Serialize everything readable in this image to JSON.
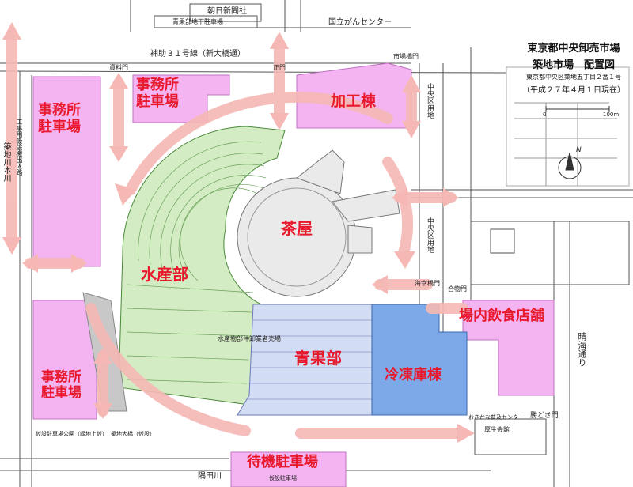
{
  "title": {
    "line1": "東京都中央卸売市場",
    "line2": "築地市場　配置図",
    "address": "東京都中央区築地五丁目２番１号",
    "date": "（平成２７年４月１日現在）"
  },
  "zones": {
    "office_parking_top": "事務所\n駐車場",
    "office_parking_left": "事務所\n駐車場",
    "office_parking_bottom": "事務所\n駐車場",
    "processing": "加工棟",
    "teahouse": "茶屋",
    "seafood": "水産部",
    "produce": "青果部",
    "freezer": "冷凍庫棟",
    "restaurants": "場内飲食店舗",
    "waiting_parking": "待機駐車場"
  },
  "labels": {
    "asahi": "朝日新聞社",
    "seiyoken": "青果部地下駐車場",
    "cancer_center": "国立がんセンター",
    "route31": "補助３１号線（新大橋通）",
    "shiryomon": "資料門",
    "seimon": "正門",
    "ichibabashimon": "市場橋門",
    "chuo_kuyochi_top": "中央区用地",
    "chuo_kuyochi_mid": "中央区用地",
    "kaikomon": "海幸橋門",
    "harumi_dori": "晴海通り",
    "kachidokimon": "勝どき門",
    "tsukiji_river": "築地川本川",
    "construction_gate": "工事用仮設搬出入路",
    "sumida": "隅田川",
    "kosei": "厚生会館",
    "gousei": "合物門",
    "nakaoroshi": "水産物部仲卸業者売場",
    "north_mark": "N",
    "waiting_sub": "仮設駐車場",
    "kasetsu": "仮設駐車場公園（緑地上仮）",
    "kita_tsukiji": "築地大橋（仮設）",
    "shoku_center": "おさかな普及センター",
    "scale_0": "0",
    "scale_100": "100m"
  },
  "colors": {
    "zone_text": "#e8192c",
    "building_pink": "#f4b4f2",
    "seafood_green": "#d4ecc4",
    "produce_blue": "#d2dcf2",
    "freezer_blue": "#7da9e8",
    "arrow_pink": "#f6b8b4",
    "road_line": "#555555"
  }
}
